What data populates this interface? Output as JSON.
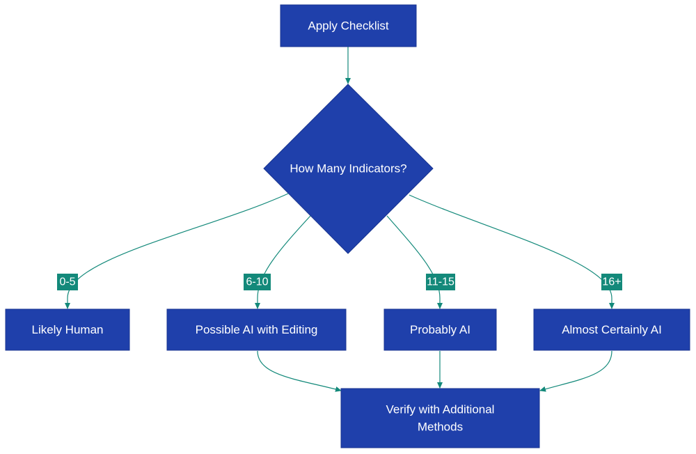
{
  "colors": {
    "node_fill": "#1f40ab",
    "edge_stroke": "#13897a",
    "label_bg": "#13897a",
    "text": "#ffffff"
  },
  "nodes": {
    "apply_checklist": "Apply Checklist",
    "decision": "How Many Indicators?",
    "likely_human": "Likely Human",
    "possible_ai": "Possible AI with Editing",
    "probably_ai": "Probably AI",
    "almost_certainly_ai": "Almost Certainly AI",
    "verify_line1": "Verify with Additional",
    "verify_line2": "Methods"
  },
  "edge_labels": {
    "range_0_5": "0-5",
    "range_6_10": "6-10",
    "range_11_15": "11-15",
    "range_16_plus": "16+"
  }
}
